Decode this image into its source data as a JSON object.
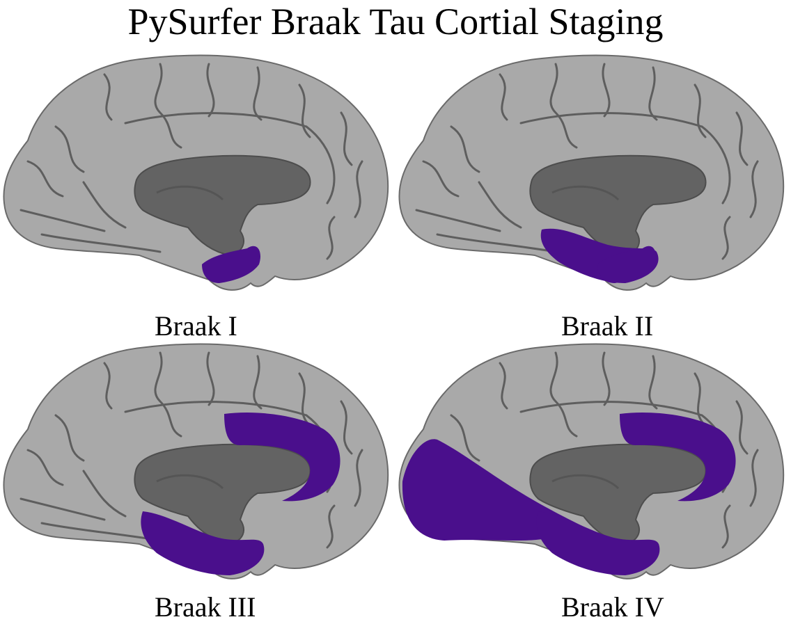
{
  "title": "PySurfer Braak Tau Cortial Staging",
  "colors": {
    "cortex": "#a8a8a8",
    "sulcus": "#5a5a5a",
    "medial_wall": "#626262",
    "highlight": "#4a0f8c",
    "background": "#ffffff"
  },
  "panels": [
    {
      "label": "Braak I",
      "regions": [
        "entorhinal"
      ]
    },
    {
      "label": "Braak II",
      "regions": [
        "entorhinal",
        "hippocampal"
      ]
    },
    {
      "label": "Braak III",
      "regions": [
        "entorhinal",
        "parahippocampal",
        "cingulate"
      ]
    },
    {
      "label": "Braak IV",
      "regions": [
        "entorhinal",
        "parahippocampal",
        "cingulate",
        "lingual"
      ]
    }
  ]
}
